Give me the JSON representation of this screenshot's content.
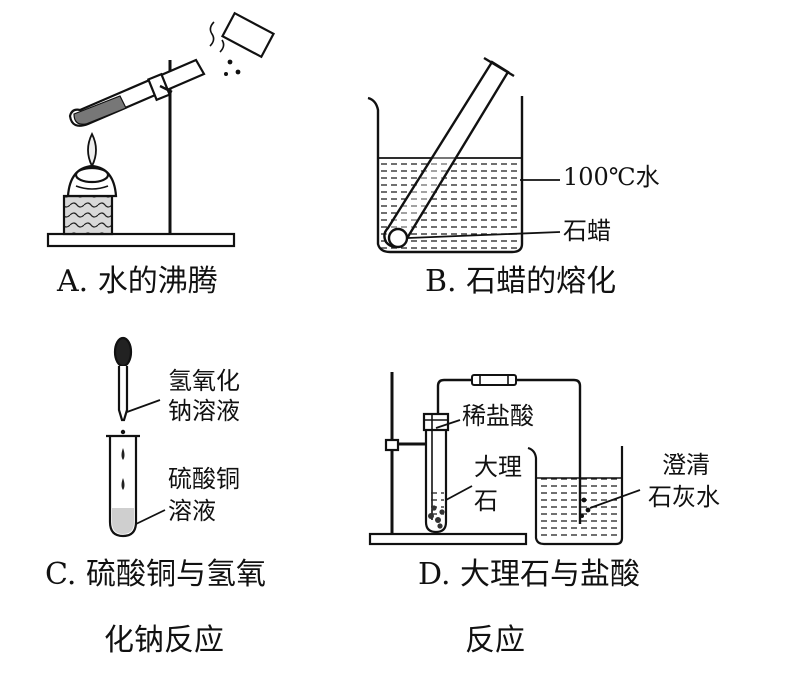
{
  "panels": {
    "a": {
      "caption": "A. 水的沸腾"
    },
    "b": {
      "caption": "B. 石蜡的熔化",
      "label_water": "100℃水",
      "label_wax": "石蜡"
    },
    "c": {
      "caption_line1": "C. 硫酸铜与氢氧",
      "caption_line2": "化钠反应",
      "label_naoh_line1": "氢氧化",
      "label_naoh_line2": "钠溶液",
      "label_cuso4_line1": "硫酸铜",
      "label_cuso4_line2": "溶液"
    },
    "d": {
      "caption_line1": "D. 大理石与盐酸",
      "caption_line2": "反应",
      "label_hcl": "稀盐酸",
      "label_marble_line1": "大理",
      "label_marble_line2": "石",
      "label_limewater_line1": "澄清",
      "label_limewater_line2": "石灰水"
    }
  }
}
